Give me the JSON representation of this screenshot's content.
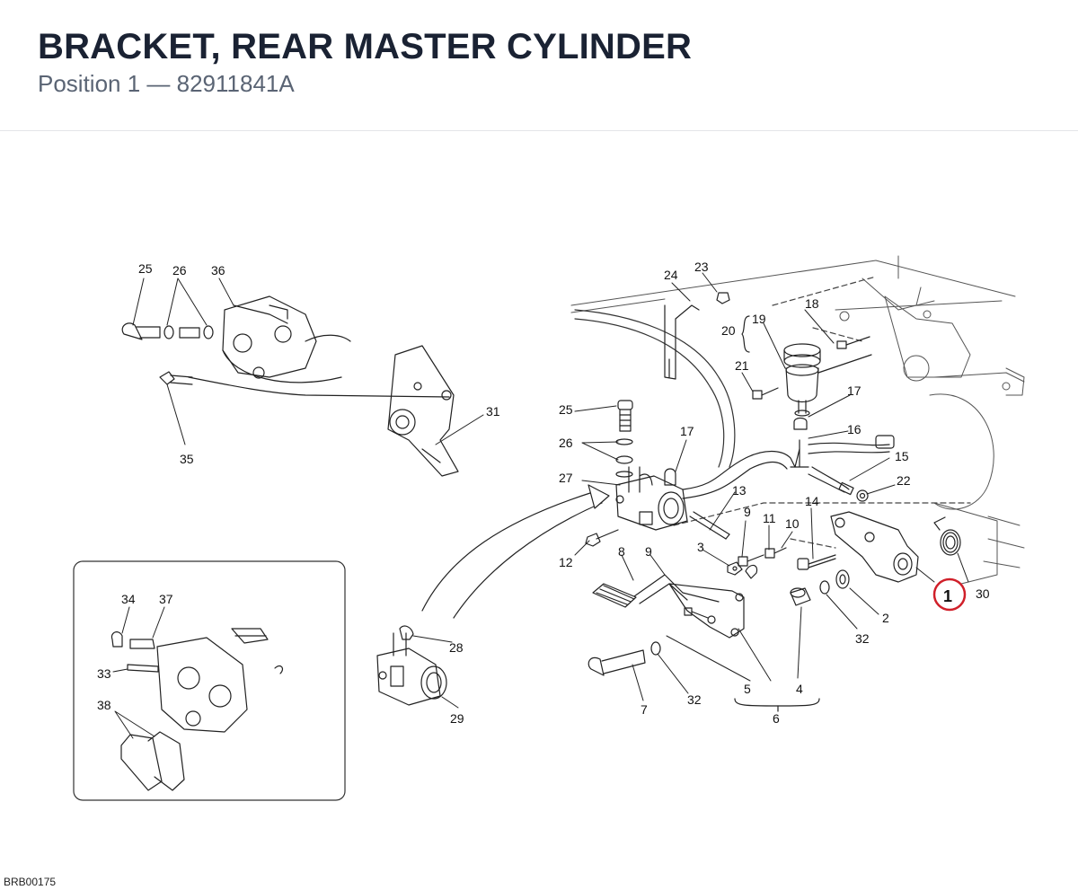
{
  "header": {
    "title": "BRACKET, REAR MASTER CYLINDER",
    "subtitle": "Position 1 — 82911841A"
  },
  "diagram": {
    "callouts": [
      "1",
      "2",
      "3",
      "4",
      "5",
      "6",
      "7",
      "8",
      "9",
      "9",
      "10",
      "11",
      "12",
      "13",
      "14",
      "15",
      "16",
      "17",
      "17",
      "18",
      "19",
      "20",
      "21",
      "22",
      "23",
      "24",
      "25",
      "25",
      "26",
      "26",
      "27",
      "28",
      "29",
      "30",
      "31",
      "32",
      "32",
      "33",
      "34",
      "35",
      "36",
      "37",
      "38"
    ],
    "highlighted_callout": "1",
    "highlight_color": "#d0202a"
  },
  "footer": {
    "code": "BRB00175"
  }
}
